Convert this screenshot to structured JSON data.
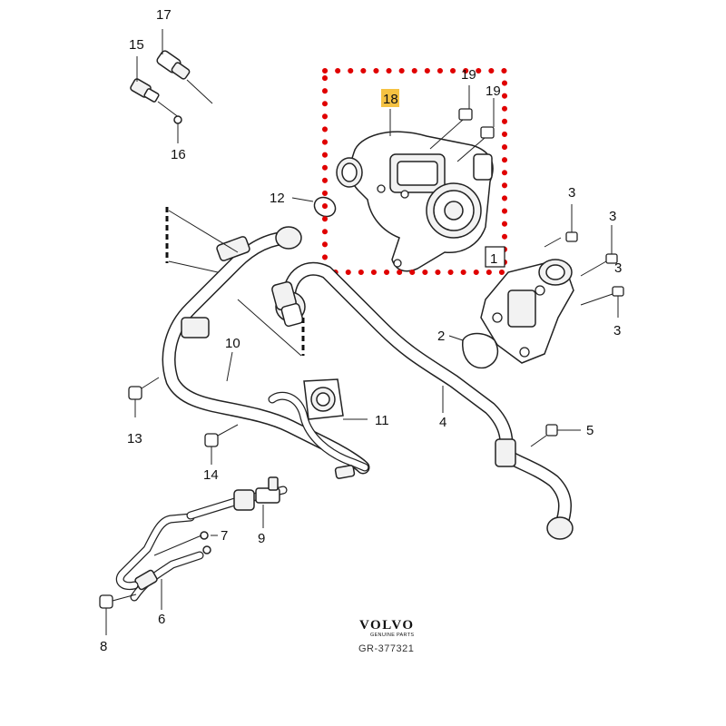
{
  "callouts": {
    "c1": "1",
    "c2": "2",
    "c3a": "3",
    "c3b": "3",
    "c3c": "3",
    "c3d": "3",
    "c4": "4",
    "c5": "5",
    "c6": "6",
    "c7": "7",
    "c8": "8",
    "c9": "9",
    "c10": "10",
    "c11": "11",
    "c12": "12",
    "c13": "13",
    "c14": "14",
    "c15": "15",
    "c16": "16",
    "c17": "17",
    "c18": "18",
    "c19a": "19",
    "c19b": "19"
  },
  "highlight": {
    "selected_callout": "18",
    "highlight_color": "#e00000",
    "callout_bg": "#f5c242"
  },
  "brand": {
    "name": "VOLVO",
    "tagline": "GENUINE PARTS",
    "reference": "GR-377321"
  }
}
